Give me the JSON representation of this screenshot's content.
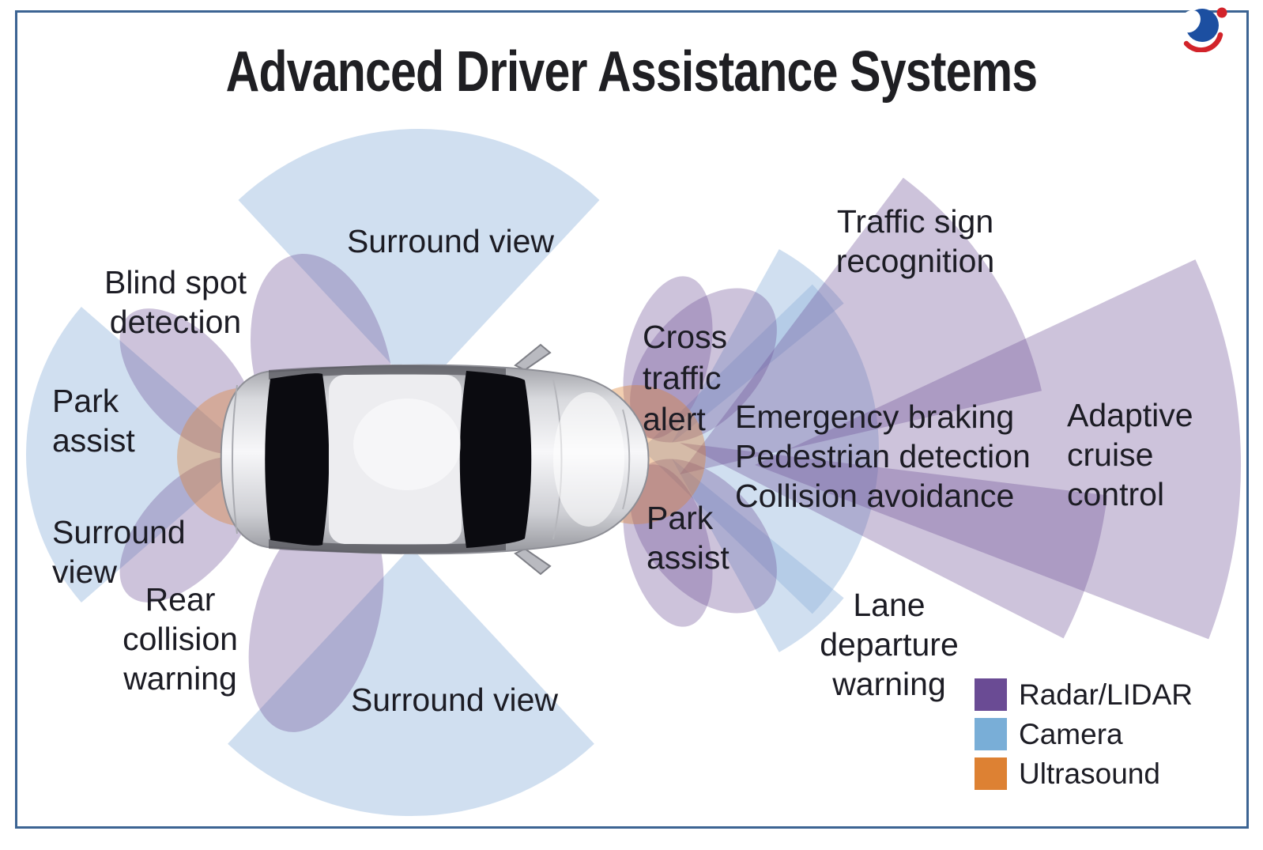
{
  "title": "Advanced Driver Assistance Systems",
  "colors": {
    "radar": "#6a4b94",
    "camera": "#79aed7",
    "ultrasound": "#dd8133",
    "frame": "#3c6493",
    "text": "#1c1c24",
    "logo_blue": "#1c4fa1",
    "logo_red": "#d2232a"
  },
  "labels": {
    "surround_top": "Surround view",
    "blind_spot": [
      "Blind spot",
      "detection"
    ],
    "park_assist_left": [
      "Park",
      "assist"
    ],
    "surround_left": [
      "Surround",
      "view"
    ],
    "rear_collision": [
      "Rear",
      "collision",
      "warning"
    ],
    "surround_bottom": "Surround view",
    "cross_traffic": [
      "Cross",
      "traffic",
      "alert"
    ],
    "park_assist_right": [
      "Park",
      "assist"
    ],
    "front_safety": [
      "Emergency braking",
      "Pedestrian detection",
      "Collision avoidance"
    ],
    "adaptive_cruise": [
      "Adaptive",
      "cruise",
      "control"
    ],
    "traffic_sign": [
      "Traffic sign",
      "recognition"
    ],
    "lane_departure": [
      "Lane",
      "departure",
      "warning"
    ]
  },
  "legend": [
    {
      "label": "Radar/LIDAR",
      "color": "#6a4b94"
    },
    {
      "label": "Camera",
      "color": "#79aed7"
    },
    {
      "label": "Ultrasound",
      "color": "#dd8133"
    }
  ]
}
